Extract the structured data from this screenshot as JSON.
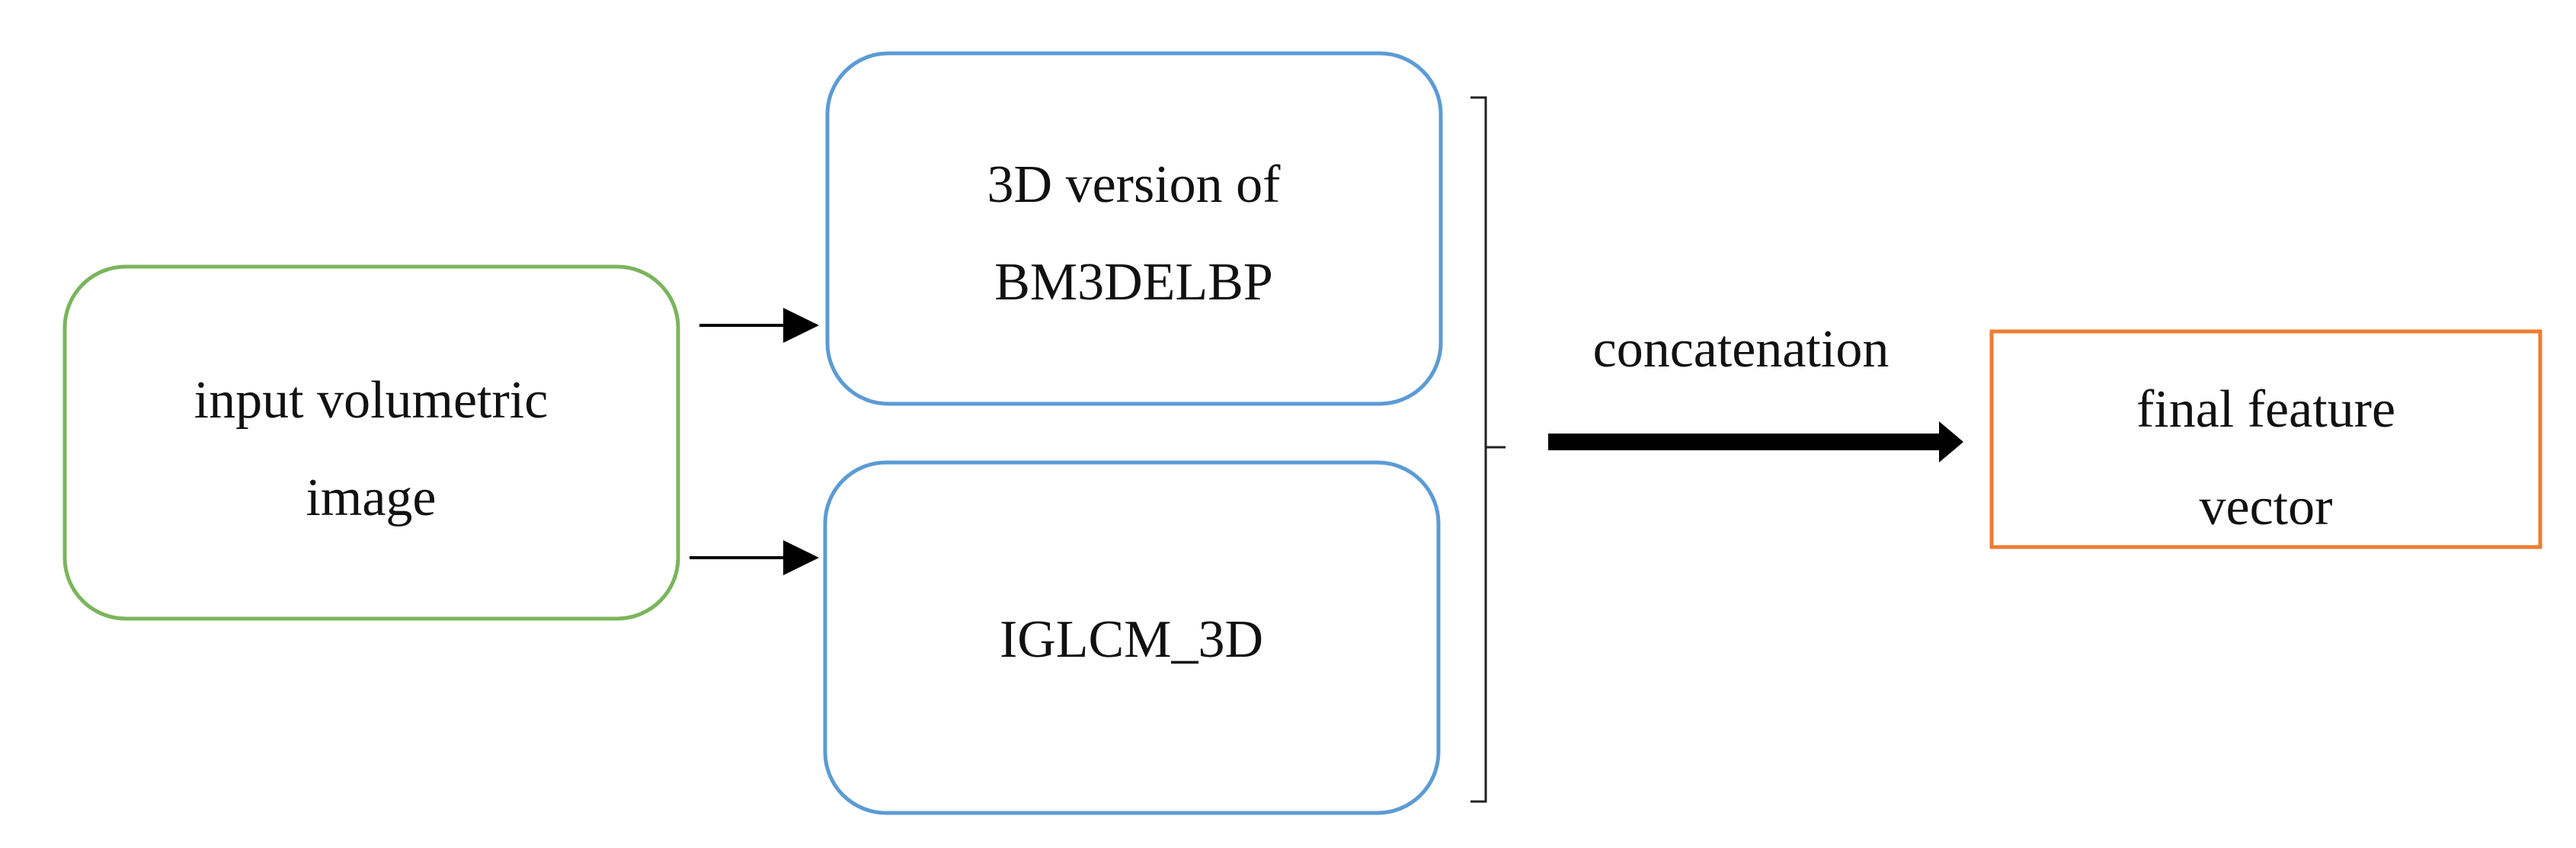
{
  "diagram": {
    "input_box": {
      "line1": "input volumetric",
      "line2": "image",
      "border_color": "#7AB55C"
    },
    "bm3delbp_box": {
      "line1": "3D version of",
      "line2": "BM3DELBP",
      "border_color": "#5B9BD5"
    },
    "iglcm_box": {
      "line1": "IGLCM_3D",
      "border_color": "#5B9BD5"
    },
    "concat_label": "concatenation",
    "output_box": {
      "line1": "final feature",
      "line2": "vector",
      "border_color": "#ED7D31"
    }
  }
}
